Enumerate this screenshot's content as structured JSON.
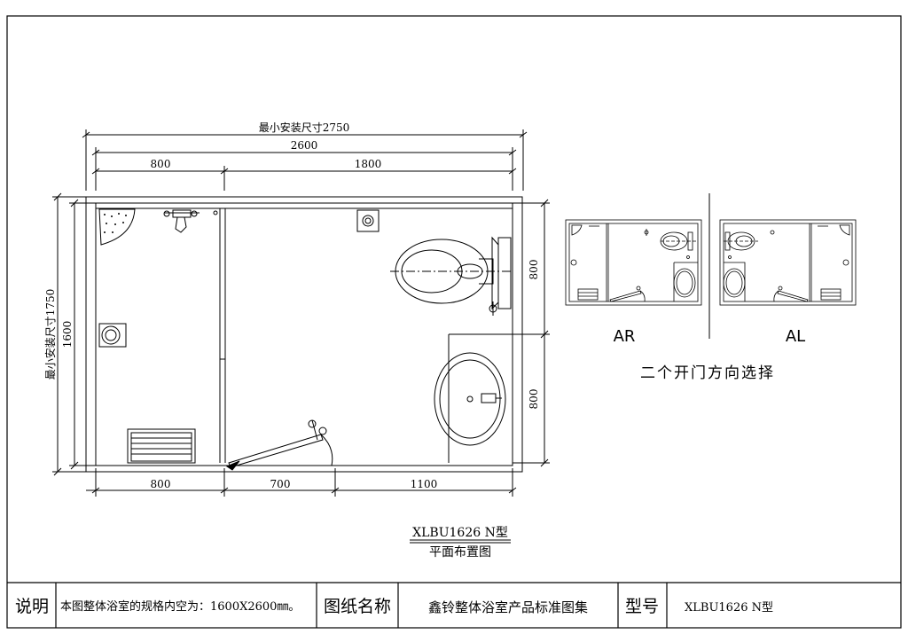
{
  "plan": {
    "overall_dim": "最小安装尺寸2750",
    "width_dim": "2600",
    "top_left_dim": "800",
    "top_right_dim": "1800",
    "bottom_dims": [
      "800",
      "700",
      "1100"
    ],
    "left_outer_dim": "最小安装尺寸1750",
    "left_inner_dim": "1600",
    "right_dims": [
      "800",
      "800"
    ]
  },
  "variants": {
    "ar_label": "AR",
    "al_label": "AL",
    "caption": "二个开门方向选择"
  },
  "drawing_title": {
    "model": "XLBU1626 N型",
    "name": "平面布置图"
  },
  "title_block": {
    "desc_label": "说明",
    "desc_text": "本图整体浴室的规格内空为：1600X2600㎜。",
    "name_label": "图纸名称",
    "name_value": "鑫铃整体浴室产品标准图集",
    "model_label": "型号",
    "model_value": "XLBU1626 N型"
  }
}
